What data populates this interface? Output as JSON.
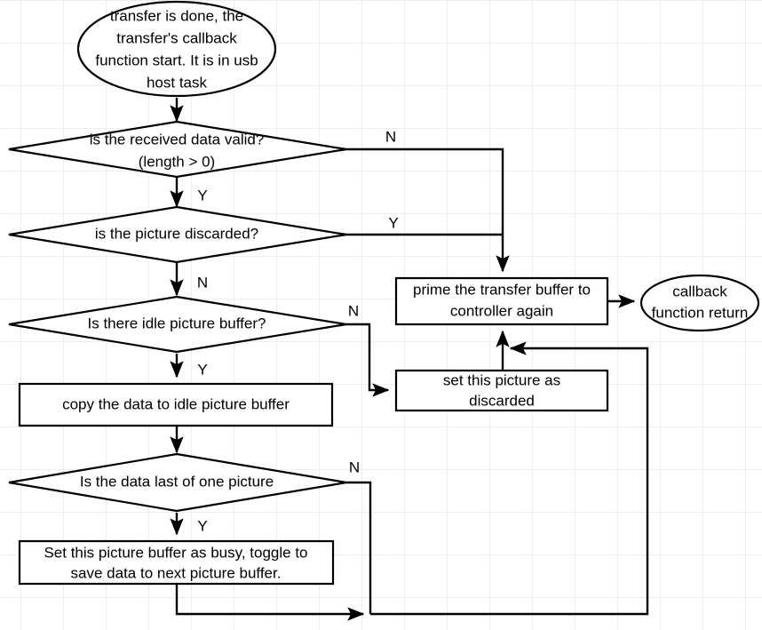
{
  "diagram": {
    "type": "flowchart",
    "title": "USB host transfer callback flowchart",
    "background_color": "#ffffff",
    "grid_color": "#eceff1",
    "line_color": "#000000",
    "nodes": {
      "start": {
        "shape": "ellipse",
        "lines": [
          "transfer is done, the",
          "transfer's callback",
          "function start. It is in usb",
          "host task"
        ]
      },
      "decision_valid": {
        "shape": "diamond",
        "lines": [
          "is the received data valid?",
          "(length > 0)"
        ]
      },
      "decision_discarded": {
        "shape": "diamond",
        "lines": [
          "is the picture discarded?"
        ]
      },
      "decision_idle_buffer": {
        "shape": "diamond",
        "lines": [
          "Is there idle picture buffer?"
        ]
      },
      "process_copy": {
        "shape": "rectangle",
        "lines": [
          "copy the data to idle picture buffer"
        ]
      },
      "decision_last": {
        "shape": "diamond",
        "lines": [
          "Is the data last of one picture"
        ]
      },
      "process_set_busy": {
        "shape": "rectangle",
        "lines": [
          "Set this picture buffer as busy, toggle to",
          "save data to next picture buffer."
        ]
      },
      "process_prime": {
        "shape": "rectangle",
        "lines": [
          "prime the transfer buffer to",
          "controller again"
        ]
      },
      "process_set_discarded": {
        "shape": "rectangle",
        "lines": [
          "set this picture as",
          "discarded"
        ]
      },
      "end_return": {
        "shape": "ellipse",
        "lines": [
          "callback",
          "function return"
        ]
      }
    },
    "edge_labels": {
      "valid_no": "N",
      "valid_yes": "Y",
      "discarded_yes": "Y",
      "discarded_no": "N",
      "idle_no": "N",
      "idle_yes": "Y",
      "last_no": "N",
      "last_yes": "Y"
    }
  }
}
